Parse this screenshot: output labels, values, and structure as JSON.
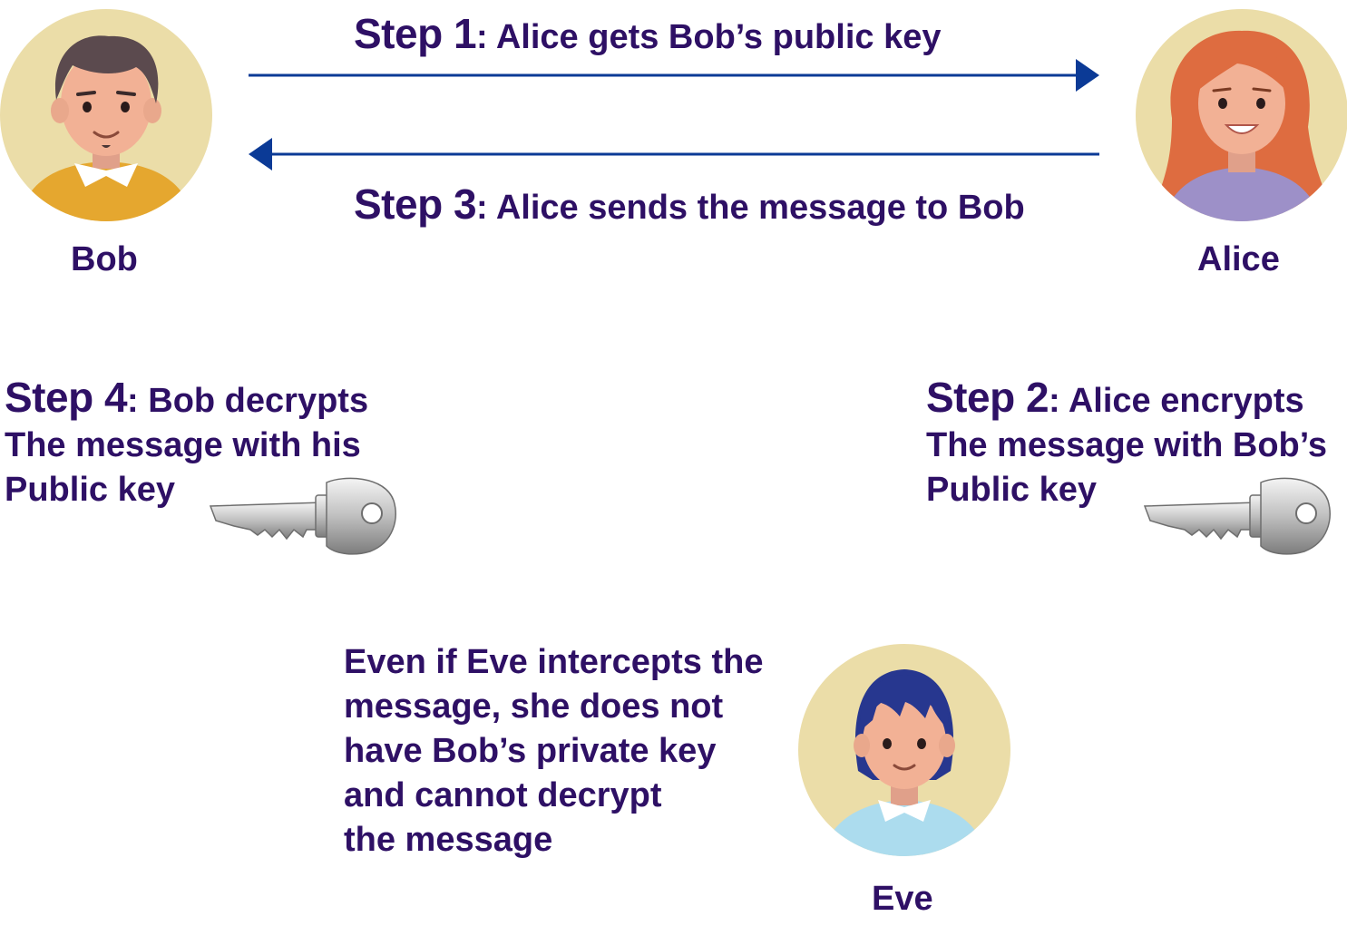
{
  "steps": {
    "step1": {
      "label": "Step 1",
      "text": ": Alice gets Bob’s public key"
    },
    "step3": {
      "label": "Step 3",
      "text": ": Alice sends the message to Bob"
    },
    "step4": {
      "label": "Step 4",
      "text": ": Bob decrypts",
      "lines": [
        "The message with his",
        "Public key"
      ]
    },
    "step2": {
      "label": "Step 2",
      "text": ": Alice encrypts",
      "lines": [
        "The message with Bob’s",
        "Public key"
      ]
    }
  },
  "people": {
    "bob": {
      "name": "Bob",
      "shirt_color": "#e5a72f"
    },
    "alice": {
      "name": "Alice",
      "shirt_color": "#9d90c8"
    },
    "eve": {
      "name": "Eve",
      "shirt_color": "#acdcee"
    }
  },
  "eve_note": {
    "lines": [
      "Even if Eve intercepts the",
      "message, she does not",
      "have Bob’s private key",
      "and cannot decrypt",
      "the message"
    ]
  },
  "colors": {
    "text": "#2e1065",
    "arrow": "#0b3a96",
    "avatar_bg": "#ebdda8",
    "skin": "#f2b195"
  },
  "icons": {
    "key": "key-icon",
    "arrow_right": "arrow-right-icon",
    "arrow_left": "arrow-left-icon"
  }
}
